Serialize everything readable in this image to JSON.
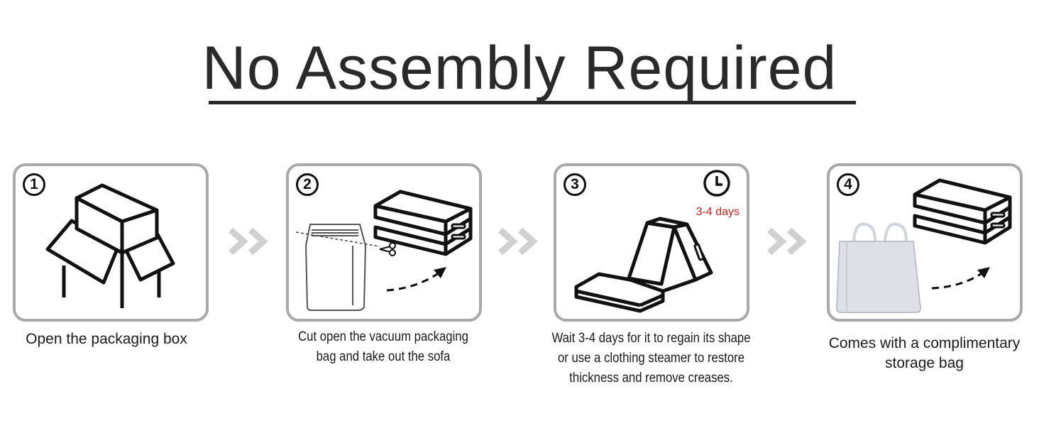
{
  "title": "No Assembly Required",
  "steps": [
    {
      "number": "1",
      "caption_lines": [
        "Open the packaging box"
      ]
    },
    {
      "number": "2",
      "caption_lines": [
        "Cut open the vacuum packaging",
        "bag and take out the sofa"
      ]
    },
    {
      "number": "3",
      "badge": "3-4 days",
      "caption_lines": [
        "Wait 3-4 days for it to regain its shape",
        "or use a clothing steamer to restore",
        "thickness and remove creases."
      ]
    },
    {
      "number": "4",
      "caption_lines": [
        "Comes with a complimentary",
        "storage bag"
      ]
    }
  ],
  "colors": {
    "panel_border": "#a9a9a9",
    "chevron": "#d0d0d0",
    "badge_text": "#c8221d",
    "ink": "#111111"
  },
  "icons": [
    "open-box-icon",
    "vacuum-bag-icon",
    "scissors-icon",
    "folded-sofa-icon",
    "clock-icon",
    "unfolding-sofa-icon",
    "storage-bag-icon",
    "chevron-double-right-icon"
  ]
}
